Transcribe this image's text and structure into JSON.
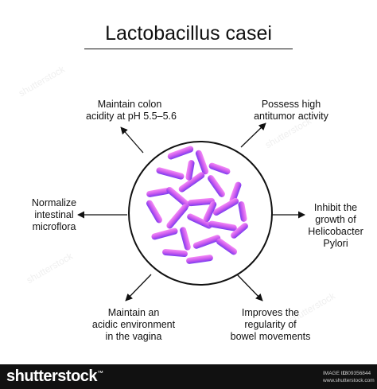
{
  "title": "Lactobacillus casei",
  "labels": {
    "top_left": [
      "Maintain colon",
      "acidity at pH 5.5–5.6"
    ],
    "top_right": [
      "Possess high",
      "antitumor activity"
    ],
    "left": [
      "Normalize",
      "intestinal",
      "microflora"
    ],
    "right": [
      "Inhibit the",
      "growth of",
      "Helicobacter",
      "Pylori"
    ],
    "bottom_left": [
      "Maintain an",
      "acidic environment",
      "in the vagina"
    ],
    "bottom_right": [
      "Improves the",
      "regularity of",
      "bowel movements"
    ]
  },
  "footer": {
    "brand": "shutterstock",
    "image_id_label": "IMAGE ID:",
    "image_id": "1309356844",
    "site": "www.shutterstock.com"
  },
  "colors": {
    "bacteria_light": "#f07cf0",
    "bacteria_dark": "#7a3cf0",
    "stroke": "#111111"
  }
}
